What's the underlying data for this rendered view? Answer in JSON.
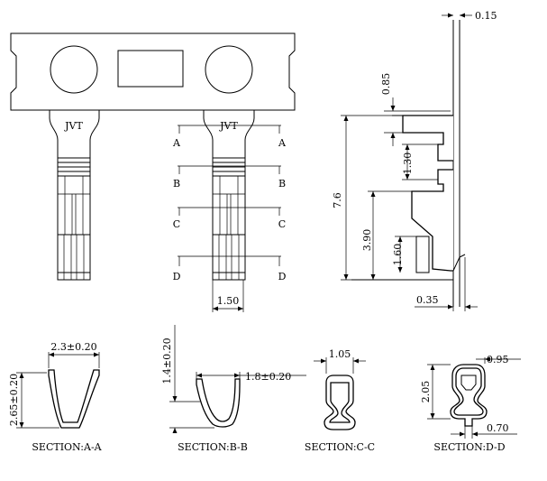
{
  "brand_mark": "JVT",
  "dims": {
    "thickness": "0.15",
    "top_gap": "0.85",
    "mid_gap": "1.30",
    "total_height": "7.6",
    "lower_height": "3.90",
    "lance_height": "1.60",
    "bottom_offset": "0.35",
    "front_width": "1.50"
  },
  "section_marks": {
    "a": "A",
    "b": "B",
    "c": "C",
    "d": "D"
  },
  "sections": {
    "aa": {
      "label": "SECTION:A-A",
      "width": "2.3±0.20",
      "height": "2.65±0.20"
    },
    "bb": {
      "label": "SECTION:B-B",
      "height": "1.4±0.20",
      "width": "1.8±0.20"
    },
    "cc": {
      "label": "SECTION:C-C",
      "width": "1.05"
    },
    "dd": {
      "label": "SECTION:D-D",
      "top": "0.95",
      "height": "2.05",
      "bottom": "0.70"
    }
  }
}
